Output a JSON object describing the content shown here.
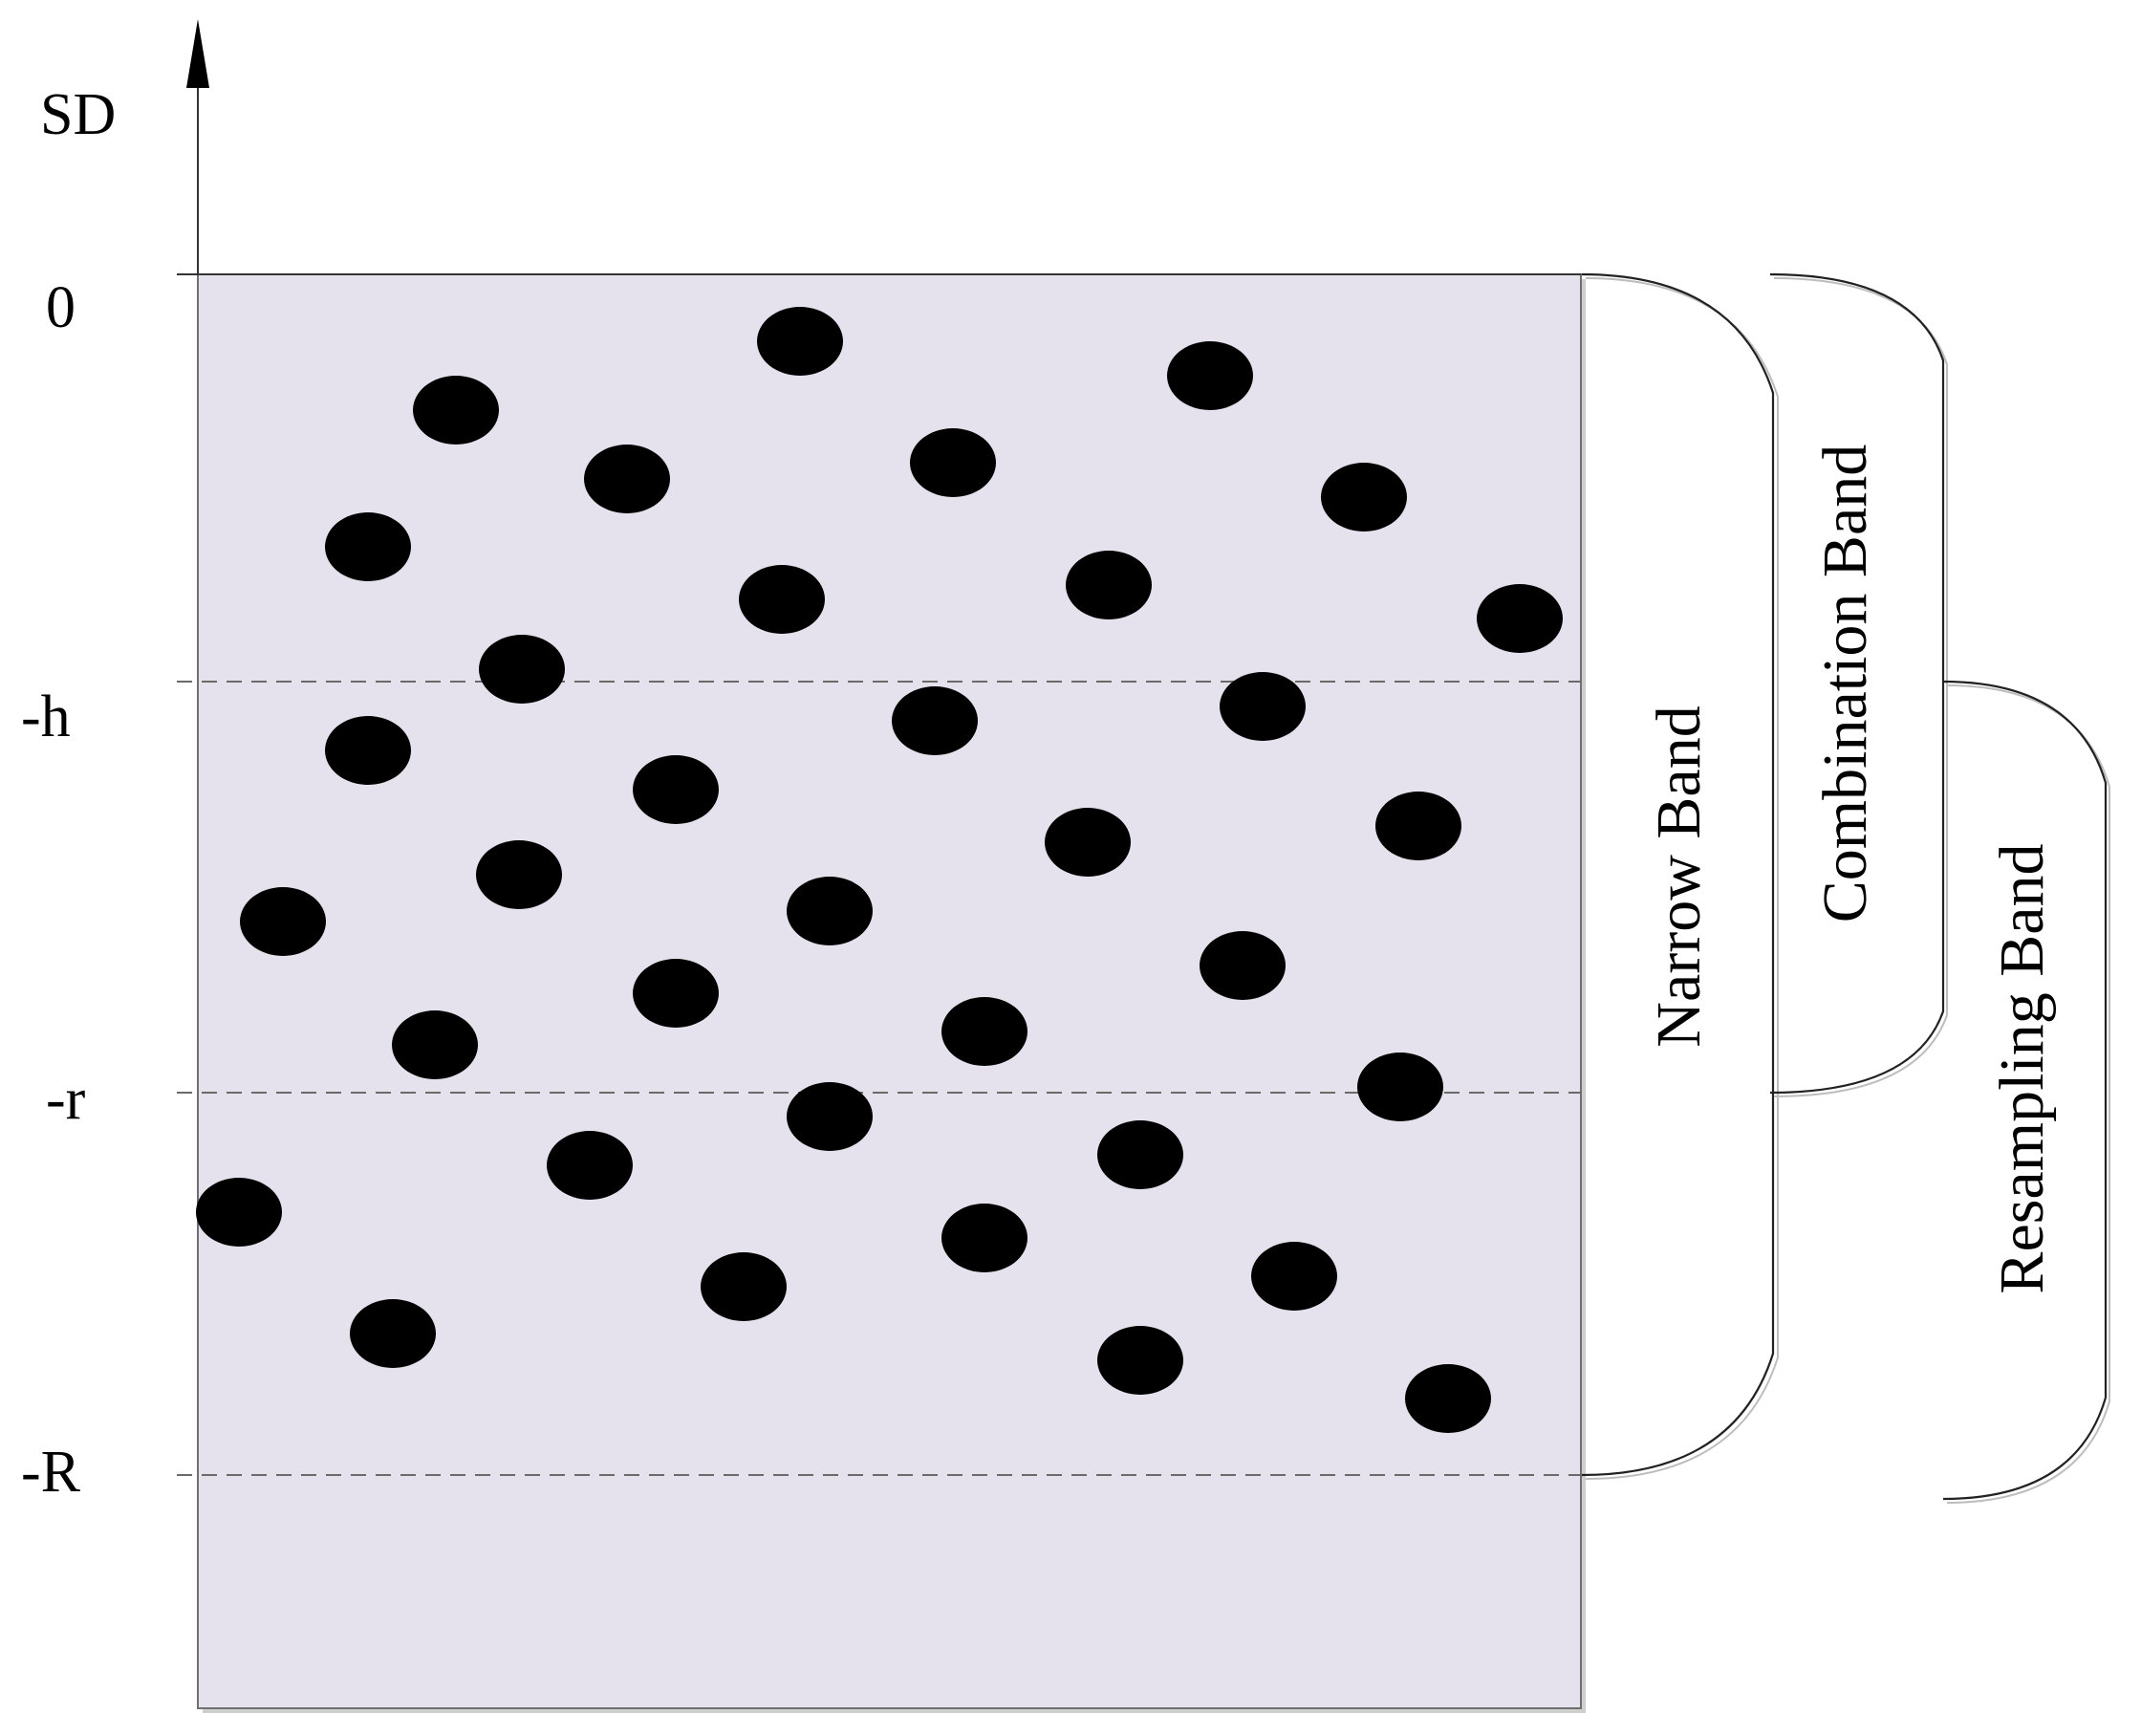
{
  "axis": {
    "label": "SD"
  },
  "levels": [
    {
      "key": "zero",
      "label": "0"
    },
    {
      "key": "h",
      "label": "-h"
    },
    {
      "key": "r",
      "label": "-r"
    },
    {
      "key": "R",
      "label": "-R"
    }
  ],
  "bands": [
    {
      "key": "narrow",
      "label": "Narrow Band"
    },
    {
      "key": "combination",
      "label": "Combination Band"
    },
    {
      "key": "resampling",
      "label": "Resampling Band"
    }
  ],
  "colors": {
    "region_fill": "#e5e2ee",
    "region_border": "#6f6f6f",
    "particle": "#000000"
  }
}
